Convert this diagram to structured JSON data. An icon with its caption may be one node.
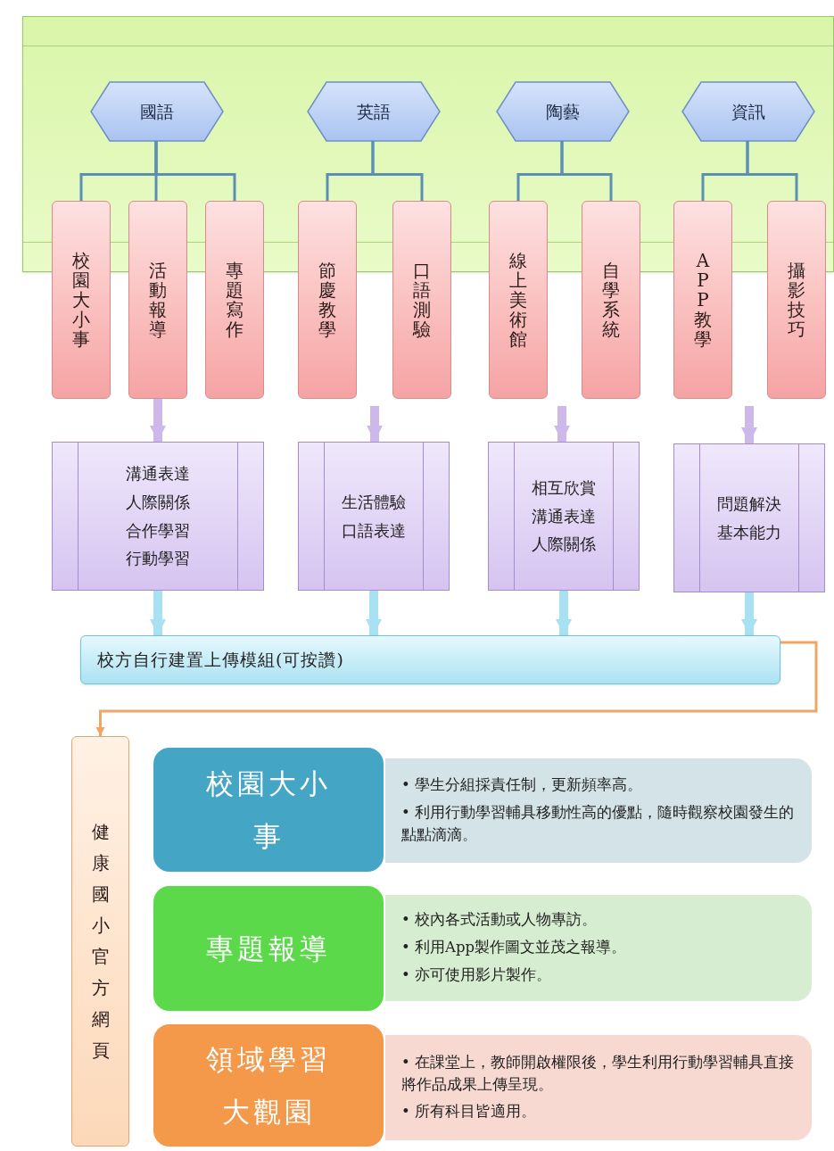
{
  "diagram": {
    "nodes": [
      {
        "text": [],
        "shape": "box"
      },
      {
        "text": [
          "國語"
        ],
        "in": 0
      },
      {
        "text": [
          "英語"
        ],
        "in": 0
      },
      {
        "text": [
          "陶藝"
        ],
        "in": 0
      },
      {
        "text": [
          "資訊"
        ],
        "in": 0
      },
      {
        "text": [
          "校園大小事"
        ]
      },
      {
        "text": [
          "活動報導"
        ]
      },
      {
        "text": [
          "專題寫作"
        ]
      },
      {
        "text": [
          "節慶教學"
        ]
      },
      {
        "text": [
          "口語測驗"
        ]
      },
      {
        "text": [
          "線上美術館"
        ]
      },
      {
        "text": [
          "自學系統"
        ]
      },
      {
        "text": [
          "APP教學"
        ]
      },
      {
        "text": [
          "攝影技巧"
        ]
      },
      {
        "text": [
          "溝通表達",
          "人際關係",
          "合作學習",
          "行動學習"
        ]
      },
      {
        "text": [
          "生活體驗",
          "口語表達"
        ]
      },
      {
        "text": [
          "相互欣賞",
          "溝通表達",
          "人際關係"
        ]
      },
      {
        "text": [
          "問題解決",
          "基本能力"
        ]
      },
      {
        "text": [
          "校方自行建置上傳模組(可按讚)"
        ]
      },
      {
        "text": [
          "健康國小官方網頁"
        ]
      },
      {
        "text": [
          "校園大小事"
        ]
      },
      {
        "text": [
          "專題報導"
        ]
      },
      {
        "text": [
          "領域學習大觀園"
        ]
      },
      {
        "text": [
          "• 學生分組採責任制，更新頻率高。",
          "• 利用行動學習輔具移動性高的優點，隨時觀察校園發生的點點滴滴。"
        ]
      },
      {
        "text": [
          "• 校內各式活動或人物專訪。",
          "• 利用App製作圖文並茂之報導。",
          "• 亦可使用影片製作。"
        ]
      },
      {
        "text": [
          "• 在課堂上，教師開啟權限後，學生利用行動學習輔具直接將作品成果上傳呈現。",
          "• 所有科目皆適用。"
        ]
      }
    ],
    "edges": [
      {
        "from": 1,
        "to": 5,
        "arrow": "none"
      },
      {
        "from": 1,
        "to": 6,
        "arrow": "none"
      },
      {
        "from": 1,
        "to": 7,
        "arrow": "none"
      },
      {
        "from": 2,
        "to": 8,
        "arrow": "none"
      },
      {
        "from": 2,
        "to": 9,
        "arrow": "none"
      },
      {
        "from": 3,
        "to": 10,
        "arrow": "none"
      },
      {
        "from": 3,
        "to": 11,
        "arrow": "none"
      },
      {
        "from": 4,
        "to": 12,
        "arrow": "none"
      },
      {
        "from": 4,
        "to": 13,
        "arrow": "none"
      },
      {
        "from": 6,
        "to": 14,
        "arrow": "to",
        "style": "thick",
        "color": "#cdb8ea"
      },
      {
        "from": null,
        "to": 15,
        "arrow": "to",
        "style": "thick",
        "color": "#cdb8ea"
      },
      {
        "from": null,
        "to": 16,
        "arrow": "to",
        "style": "thick",
        "color": "#cdb8ea"
      },
      {
        "from": null,
        "to": 17,
        "arrow": "to",
        "style": "thick",
        "color": "#cdb8ea"
      },
      {
        "from": 14,
        "to": 18,
        "arrow": "to",
        "style": "thick",
        "color": "#a8e2f2"
      },
      {
        "from": 15,
        "to": 18,
        "arrow": "to",
        "style": "thick",
        "color": "#a8e2f2"
      },
      {
        "from": 16,
        "to": 18,
        "arrow": "to",
        "style": "thick",
        "color": "#a8e2f2"
      },
      {
        "from": 17,
        "to": 18,
        "arrow": "to",
        "style": "thick",
        "color": "#a8e2f2"
      },
      {
        "from": 18,
        "to": 19,
        "arrow": "to",
        "color": "#efa565"
      }
    ]
  }
}
